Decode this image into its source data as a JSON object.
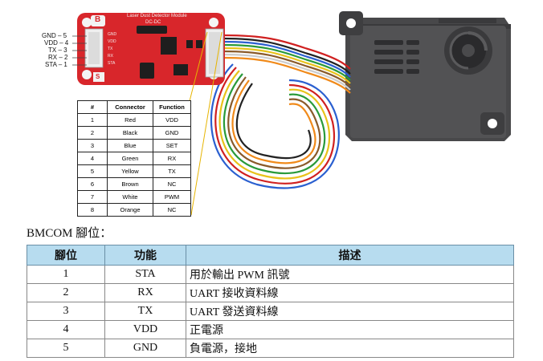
{
  "board": {
    "title": "Laser Dust Detector Module",
    "dcdc_label": "DC-DC",
    "logo_letter": "B",
    "s_letter": "S"
  },
  "pin_labels": [
    "GND – 5",
    "VDD – 4",
    "TX – 3",
    "RX – 2",
    "STA – 1"
  ],
  "silk_labels": [
    "GND",
    "VDD",
    "TX",
    "RX",
    "STA"
  ],
  "connector_table": {
    "headers": [
      "#",
      "Connector",
      "Function"
    ],
    "rows": [
      [
        "1",
        "Red",
        "VDD"
      ],
      [
        "2",
        "Black",
        "GND"
      ],
      [
        "3",
        "Blue",
        "SET"
      ],
      [
        "4",
        "Green",
        "RX"
      ],
      [
        "5",
        "Yellow",
        "TX"
      ],
      [
        "6",
        "Brown",
        "NC"
      ],
      [
        "7",
        "White",
        "PWM"
      ],
      [
        "8",
        "Orange",
        "NC"
      ]
    ]
  },
  "section_title": "BMCOM 腳位：",
  "pin_table": {
    "headers": [
      "腳位",
      "功能",
      "描述"
    ],
    "rows": [
      [
        "1",
        "STA",
        "用於輸出 PWM 訊號"
      ],
      [
        "2",
        "RX",
        "UART 接收資料線"
      ],
      [
        "3",
        "TX",
        "UART 發送資料線"
      ],
      [
        "4",
        "VDD",
        "正電源"
      ],
      [
        "5",
        "GND",
        "負電源，接地"
      ]
    ]
  },
  "colors": {
    "board_red": "#d8262b",
    "sensor_body": "#4a4a4c",
    "table_header": "#b7dcef",
    "wire_colors": [
      "#d02020",
      "#222222",
      "#2a5fd0",
      "#2a9a3a",
      "#e8c21a",
      "#8a5a2a",
      "#dddddd",
      "#f08a1a"
    ]
  }
}
